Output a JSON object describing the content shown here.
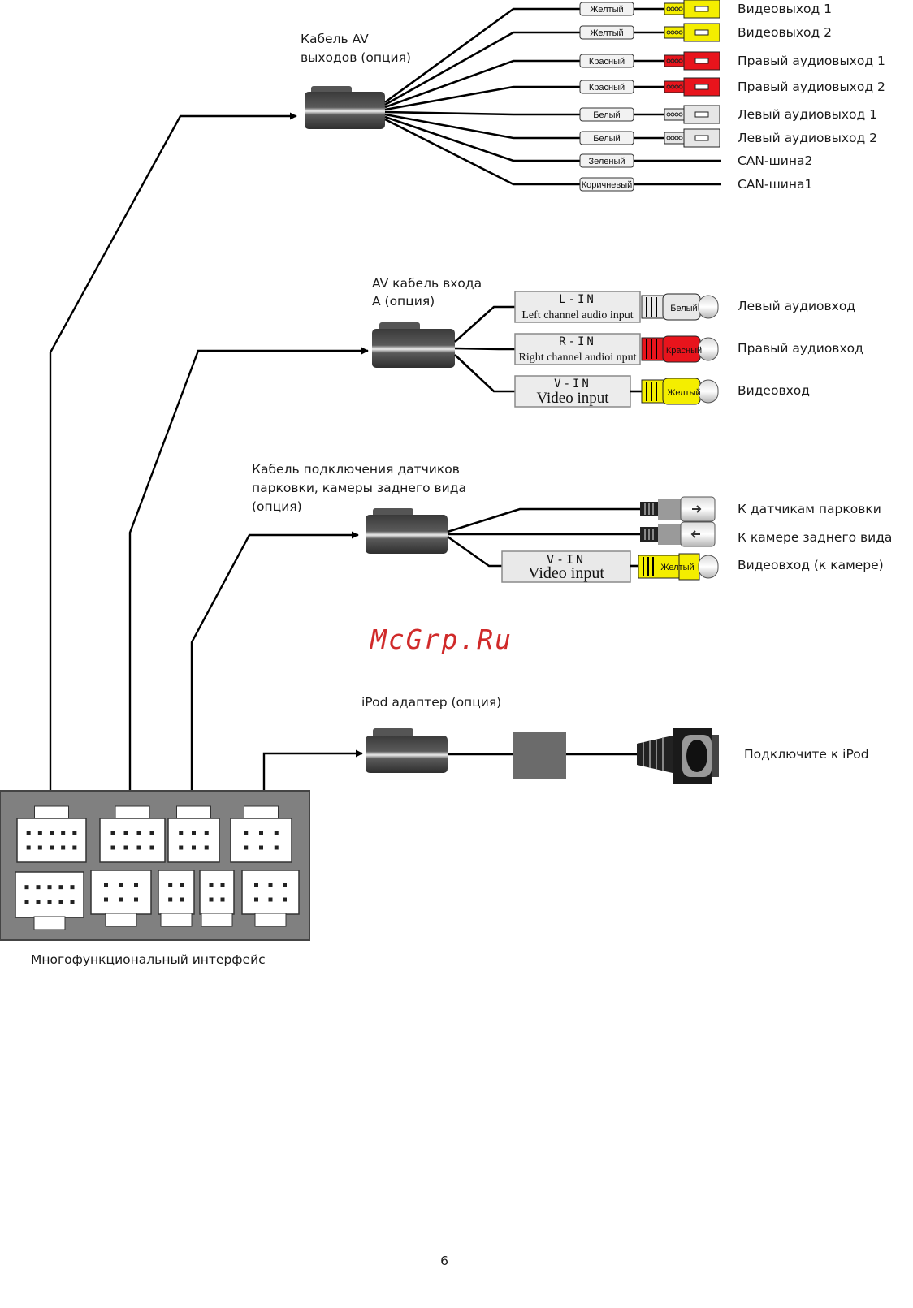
{
  "av_out": {
    "title_line1": "Кабель AV",
    "title_line2": "выходов (опция)",
    "wires": [
      {
        "tag": "Желтый",
        "label": "Видеовыход 1",
        "plug": "#f4ee00"
      },
      {
        "tag": "Желтый",
        "label": "Видеовыход 2",
        "plug": "#f4ee00"
      },
      {
        "tag": "Красный",
        "label": "Правый аудиовыход 1",
        "plug": "#e8141c"
      },
      {
        "tag": "Красный",
        "label": "Правый аудиовыход 2",
        "plug": "#e8141c"
      },
      {
        "tag": "Белый",
        "label": "Левый аудиовыход 1",
        "plug": "#e6e6e6"
      },
      {
        "tag": "Белый",
        "label": "Левый аудиовыход 2",
        "plug": "#e6e6e6"
      },
      {
        "tag": "Зеленый",
        "label": "CAN-шина2",
        "plug": ""
      },
      {
        "tag": "Коричневый",
        "label": "CAN-шина1",
        "plug": ""
      }
    ]
  },
  "av_in": {
    "title_line1": "AV кабель входа",
    "title_line2": "A (опция)",
    "inputs": [
      {
        "code": "L-IN",
        "desc": "Left channel audio input",
        "jack": "Белый",
        "label": "Левый аудиовход",
        "color": "#e8e8e8"
      },
      {
        "code": "R-IN",
        "desc": "Right channel audioi nput",
        "jack": "Красный",
        "label": "Правый аудиовход",
        "color": "#e8141c"
      },
      {
        "code": "V-IN",
        "desc": "Video input",
        "jack": "Желтый",
        "label": "Видеовход",
        "color": "#f4ee00"
      }
    ]
  },
  "parking": {
    "title_line1": "Кабель подключения датчиков",
    "title_line2": "парковки, камеры заднего вида",
    "title_line3": "(опция)",
    "outputs": [
      {
        "label": "К датчикам парковки"
      },
      {
        "label": "К камере заднего вида"
      },
      {
        "code": "V-IN",
        "desc": "Video input",
        "jack": "Желтый",
        "label": "Видеовход (к камере)"
      }
    ]
  },
  "watermark": "McGrp.Ru",
  "ipod": {
    "title": "iPod адаптер (опция)",
    "label": "Подключите к iPod"
  },
  "interface": {
    "label": "Многофункциональный интерфейс"
  },
  "page_number": "6"
}
